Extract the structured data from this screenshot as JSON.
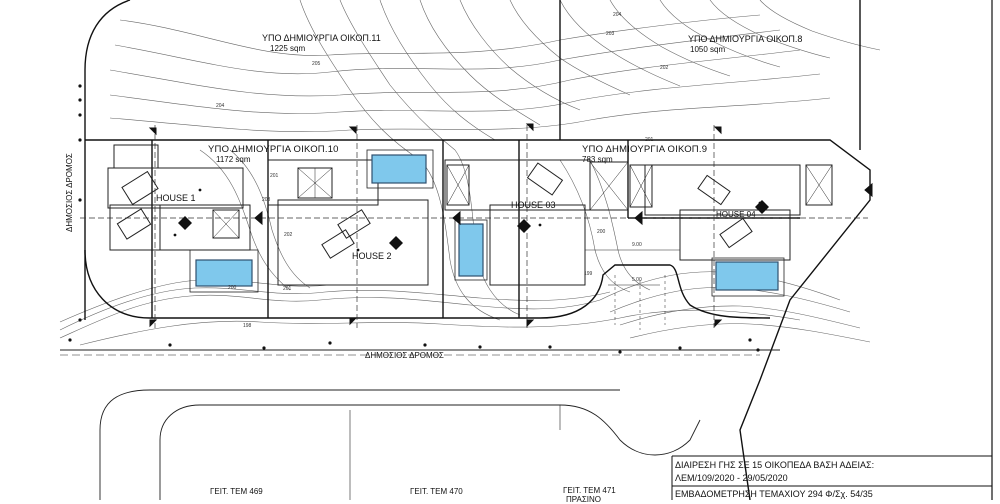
{
  "plots": [
    {
      "title": "ΥΠΟ ΔΗΜΙΟΥΡΓΙΑ ΟΙΚΟΠ.11",
      "area": "1225 sqm"
    },
    {
      "title": "ΥΠΟ ΔΗΜΙΟΥΡΓΙΑ ΟΙΚΟΠ.8",
      "area": "1050 sqm"
    },
    {
      "title": "ΥΠΟ ΔΗΜΙΟΥΡΓΙΑ ΟΙΚΟΠ.10",
      "area": "1172 sqm"
    },
    {
      "title": "ΥΠΟ ΔΗΜΙΟΥΡΓΙΑ ΟΙΚΟΠ.9",
      "area": "783 sqm"
    }
  ],
  "houses": [
    "HOUSE 1",
    "HOUSE 2",
    "HOUSE 03",
    "HOUSE 04"
  ],
  "roads": {
    "left": "ΔΗΜΟΣΙΟΣ ΔΡΟΜΟΣ",
    "bottom": "ΔΗΜΟΣΙΟΣ ΔΡΟΜΟΣ"
  },
  "neighbours": [
    "ΓΕΙΤ. ΤΕΜ 469",
    "ΓΕΙΤ. ΤΕΜ 470",
    "ΓΕΙΤ. ΤΕΜ 471",
    "ΠΡΑΣΙΝΟ"
  ],
  "contours": [
    "205",
    "204",
    "204",
    "203",
    "202",
    "201",
    "202",
    "201",
    "200",
    "199",
    "198",
    "201",
    "200",
    "203"
  ],
  "dimensions": [
    "9.00",
    "5.00"
  ],
  "title_block": {
    "line1": "ΔΙΑΙΡΕΣΗ ΓΗΣ ΣΕ 15 ΟΙΚΟΠΕΔΑ ΒΑΣΗ ΑΔΕΙΑΣ:",
    "line2": "ΛΕΜ/109/2020 - 29/05/2020",
    "line3": "ΕΜΒΑΔΟΜΕΤΡΗΣΗ ΤΕΜΑΧΙΟΥ   294 Φ/Σχ. 54/35"
  },
  "colors": {
    "line": "#1a1a1a",
    "contour": "#555555",
    "pool": "#7fc8ec",
    "pool_edge": "#2f4f6f"
  }
}
